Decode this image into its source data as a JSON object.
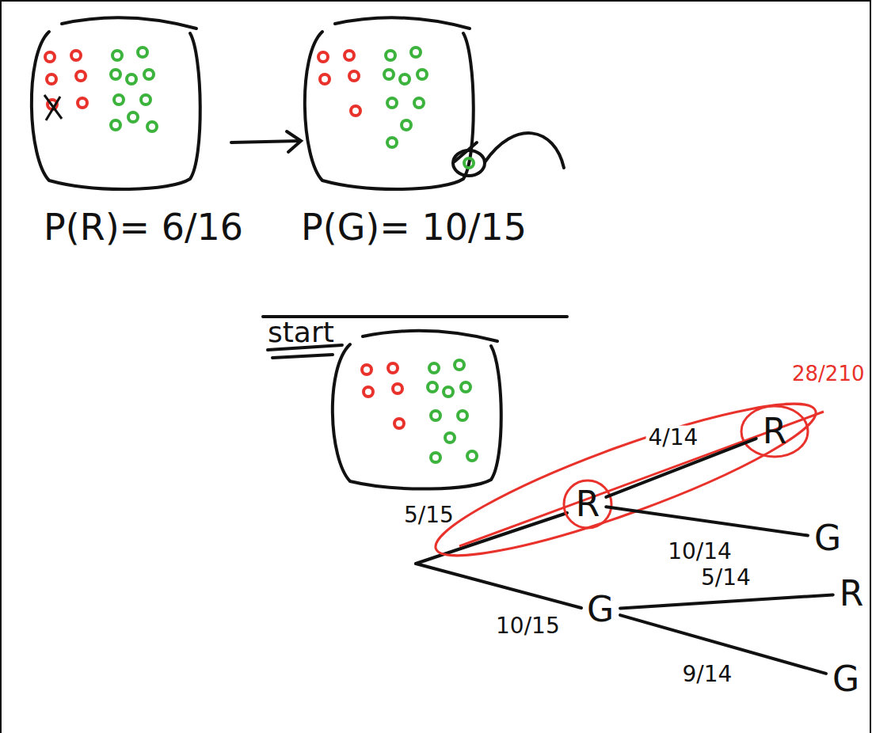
{
  "diagram": {
    "nodes": [
      {
        "text": [
          "R"
        ]
      },
      {
        "text": [
          "G"
        ]
      },
      {
        "text": [
          "R"
        ]
      },
      {
        "text": [
          "G"
        ]
      },
      {
        "text": [
          "R"
        ]
      },
      {
        "text": [
          "G"
        ]
      }
    ],
    "edges": [
      {
        "from": 0,
        "to": 2,
        "arrow": "none",
        "label": "4/14"
      },
      {
        "from": 0,
        "to": 3,
        "arrow": "none",
        "label": "10/14"
      },
      {
        "from": 1,
        "to": 4,
        "arrow": "none",
        "label": "5/14"
      },
      {
        "from": 1,
        "to": 5,
        "arrow": "none",
        "label": "9/14"
      }
    ],
    "labels": [
      "P(R)= 6/16",
      "P(G)= 10/15",
      "start",
      "5/15",
      "10/15",
      "28/210"
    ]
  }
}
